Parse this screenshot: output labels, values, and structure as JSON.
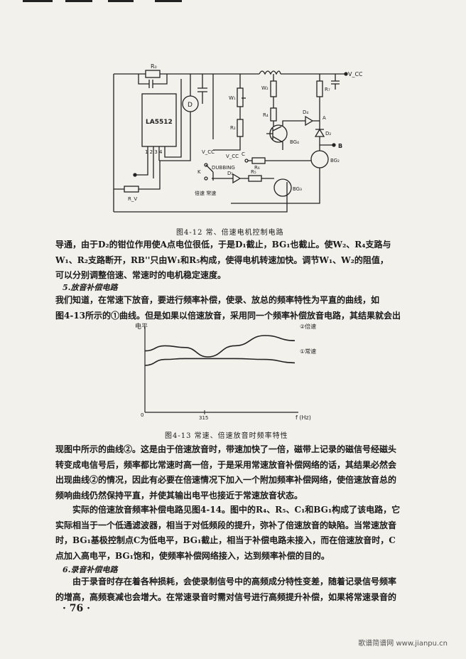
{
  "figure1": {
    "caption": "图4-12 常、倍速电机控制电路",
    "labels": {
      "r0": "R₀",
      "vcc_top": "V_CC",
      "ic": "LA5512",
      "motor": "D",
      "pins": "1 2 3 4",
      "w1": "W₁",
      "w2": "W₂",
      "r2": "R₂",
      "r4": "R₄",
      "r7": "R₇",
      "d4": "D₄",
      "a": "A",
      "d2": "D₂",
      "b": "B",
      "bg4": "BG₄",
      "bg2": "BG₂",
      "bg3": "BG₃",
      "vcc1": "V_CC",
      "vcc2": "V_CC",
      "c": "C",
      "r6": "R₆",
      "k": "K",
      "dubbing": "DUBBING",
      "d1": "D₁",
      "r5": "R₅",
      "switch": "倍速 常速",
      "rv": "R_V"
    }
  },
  "paragraph1": [
    "导通，由于D₂的钳位作用使A点电位很低，于是D₁截止，BG₁也截止。使W₂、R₄支路与",
    "W₁、R₂支路断开，RB''只由W₁和R₅构成，使得电机转速加快。调节W₁、W₂的阻值，",
    "可以分别调整倍速、常速时的电机稳定速度。"
  ],
  "heading5": "5.放音补偿电路",
  "paragraph2": [
    "我们知道，在常速下放音，要进行频率补偿，使录、放总的频率特性为平直的曲线，如",
    "图4-13所示的①曲线。但是如果以倍速放音，采用同一个频率补偿放音电路，其结果就会出"
  ],
  "figure2": {
    "caption": "图4-13 常速、倍速放音时频率特性",
    "y_label": "电平",
    "x_label": "f (Hz)",
    "origin": "0",
    "tick": "315",
    "curve2_label": "②倍速",
    "curve1_label": "①常速"
  },
  "chart_data": {
    "type": "line",
    "xlabel": "f (Hz)",
    "ylabel": "电平",
    "x_ticks": [
      "0",
      "315"
    ],
    "series": [
      {
        "name": "②倍速",
        "points": [
          [
            0,
            0.72
          ],
          [
            100,
            0.78
          ],
          [
            200,
            0.76
          ],
          [
            315,
            0.65
          ],
          [
            450,
            0.78
          ],
          [
            600,
            0.9
          ],
          [
            750,
            0.84
          ]
        ]
      },
      {
        "name": "①常速",
        "points": [
          [
            0,
            0.55
          ],
          [
            100,
            0.62
          ],
          [
            200,
            0.63
          ],
          [
            315,
            0.63
          ],
          [
            450,
            0.63
          ],
          [
            600,
            0.62
          ],
          [
            750,
            0.58
          ]
        ]
      }
    ]
  },
  "paragraph3": [
    "现图中所示的曲线②。这是由于倍速放音时，带速加快了一倍，磁带上记录的磁信号经磁头",
    "转变成电信号后，频率都比常速时高一倍，于是采用常速放音补偿网络的话，其结果必然会",
    "出现曲线②的情况，因此有必要在倍速情况下加入一个附加频率补偿网络，使倍速放音总的",
    "频响曲线仍然保持平直，并使其输出电平也接近于常速放音状态。"
  ],
  "paragraph4": [
    "　　实际的倍速放音频率补偿电路见图4-14。图中的R₄、R₅、C₁和BG₁构成了该电路，它",
    "实际相当于一个低通滤波器，相当于对低频段的提升，弥补了倍速放音的缺陷。当常速放音",
    "时，BG₁基极控制点C为低电平，BG₁截止，相当于补偿电路未接入，而在倍速放音时，C",
    "点加入高电平，BG₁饱和，使频率补偿网络接入，达到频率补偿的目的。"
  ],
  "heading6": "6.录音补偿电路",
  "paragraph5": [
    "　　由于录音时存在着各种损耗，会使录制信号中的高频成分特性变差，随着记录信号频率",
    "的增高，高频衰减也会增大。在常速录音时需对信号进行高频提升补偿，如果将常速录音的"
  ],
  "page_number": "· 76 ·",
  "watermark": "歌谱简谱网 www.jianpu.cn"
}
